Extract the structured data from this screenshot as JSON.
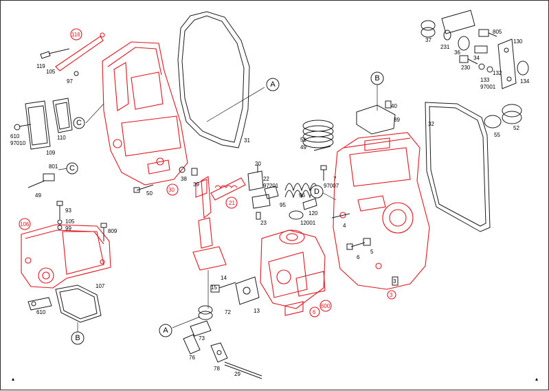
{
  "colors": {
    "highlight": "#e0141e",
    "line": "#1a1a1a",
    "background": "#ffffff"
  },
  "callouts": {
    "A1": "A",
    "A2": "A",
    "B1": "B",
    "B2": "B",
    "C1": "C",
    "C2": "C",
    "D": "D"
  },
  "red_labels": {
    "p116": "116",
    "p30": "30",
    "p106": "106",
    "p21": "21",
    "p6": "6",
    "p600": "600",
    "p3": "3"
  },
  "labels": {
    "p119": "119",
    "p105a": "105",
    "p97": "97",
    "p610a": "610",
    "p97010": "97010",
    "p109": "109",
    "p110": "110",
    "p31": "31",
    "p801": "801",
    "p49": "49",
    "p38": "38",
    "p39": "39",
    "p50": "50",
    "p93": "93",
    "p105b": "105",
    "p99": "99",
    "p809": "809",
    "p107": "107",
    "p610b": "610",
    "p20": "20",
    "p22": "22",
    "p97201": "97201",
    "p95": "95",
    "p23": "23",
    "p51": "51",
    "p49b": "49",
    "p7": "7",
    "p97007": "97007",
    "p96": "96",
    "p120": "120",
    "p12001": "12001",
    "p4": "4",
    "p6b": "6",
    "p5": "5",
    "p40": "40",
    "p89": "89",
    "p14": "14",
    "p15": "15",
    "p72": "72",
    "p13": "13",
    "p73": "73",
    "p76": "76",
    "p78": "78",
    "p29": "29",
    "p37": "37",
    "p231": "231",
    "p36": "36",
    "p805": "805",
    "p130": "130",
    "p34": "34",
    "p230": "230",
    "p133": "133",
    "p97001": "97001",
    "p134": "134",
    "p132": "132",
    "p32": "32",
    "p55": "55",
    "p52": "52",
    "p3box": "3"
  }
}
